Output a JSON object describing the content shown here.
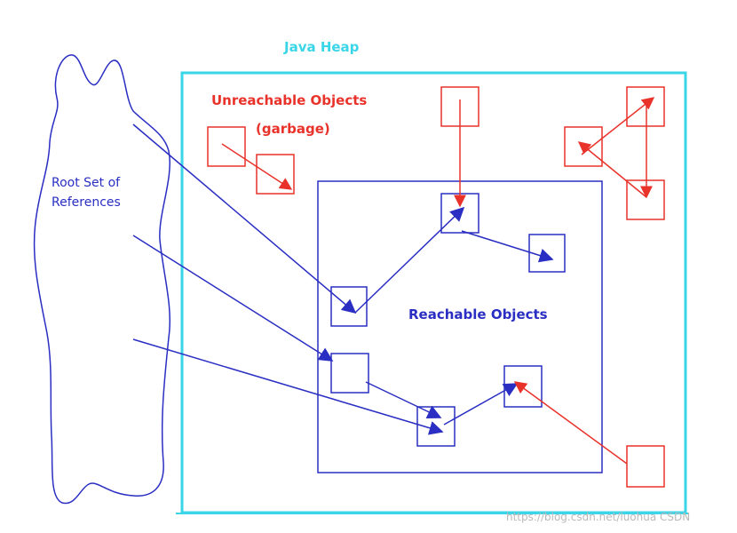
{
  "labels": {
    "heap": "Java Heap",
    "unreachable_line1": "Unreachable Objects",
    "unreachable_line2": "(garbage)",
    "reachable": "Reachable Objects",
    "root_line1": "Root Set of",
    "root_line2": "References",
    "watermark": "https://blog.csdn.net/luohua CSDN"
  },
  "colors": {
    "heap": "#3ad6e8",
    "unreachable": "#e8322a",
    "reachable": "#2a2ec2",
    "root": "#2a2ec2"
  }
}
